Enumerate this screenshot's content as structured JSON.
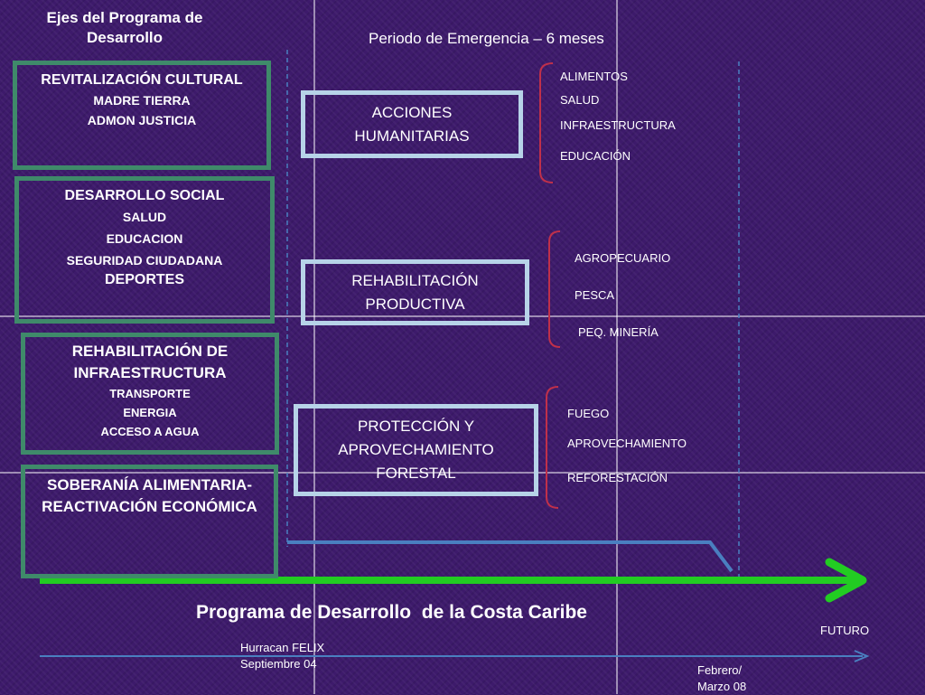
{
  "header": {
    "axis_title": "Ejes del Programa de Desarrollo",
    "period_title": "Periodo de Emergencia – 6 meses"
  },
  "axes": [
    {
      "title": "REVITALIZACIÓN CULTURAL",
      "lines": [
        "MADRE TIERRA",
        "ADMON JUSTICIA"
      ]
    },
    {
      "title": "DESARROLLO SOCIAL",
      "lines": [
        "SALUD",
        "EDUCACION",
        "SEGURIDAD CIUDADANA"
      ],
      "emphasis": "DEPORTES"
    },
    {
      "title": "REHABILITACIÓN DE INFRAESTRUCTURA",
      "lines": [
        "TRANSPORTE",
        "ENERGIA",
        "ACCESO A AGUA"
      ]
    },
    {
      "title": "SOBERANÍA ALIMENTARIA- REACTIVACIÓN ECONÓMICA",
      "lines": []
    }
  ],
  "phases": [
    {
      "label": "ACCIONES HUMANITARIAS",
      "items": [
        "ALIMENTOS",
        "SALUD",
        "INFRAESTRUCTURA",
        "EDUCACIÓN"
      ]
    },
    {
      "label": "REHABILITACIÓN PRODUCTIVA",
      "items": [
        "AGROPECUARIO",
        "PESCA",
        "PEQ. MINERÍA"
      ]
    },
    {
      "label": "PROTECCIÓN Y APROVECHAMIENTO FORESTAL",
      "items": [
        "FUEGO",
        "APROVECHAMIENTO",
        "REFORESTACIÓN"
      ]
    }
  ],
  "program_title": "Programa de Desarrollo  de la Costa Caribe",
  "timeline": {
    "start_label": "Hurracan FELIX Septiembre 04",
    "end_label": "Febrero/ Marzo 08",
    "future_label": "FUTURO"
  },
  "colors": {
    "background": "#3d1a6b",
    "axis_border": "#3f8a6a",
    "phase_border": "#b7d3e8",
    "arrow": "#22cc22",
    "timeline": "#4a7fc0",
    "bracket": "#c0304a"
  }
}
